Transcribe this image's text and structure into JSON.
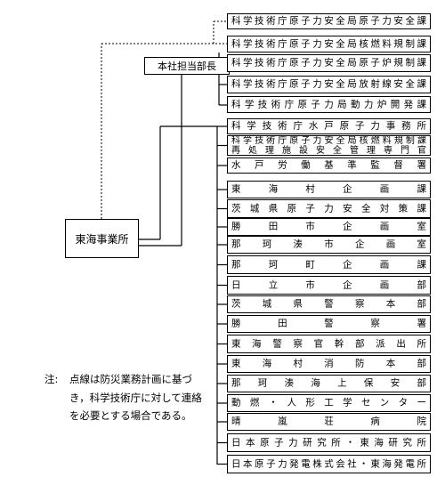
{
  "office": {
    "label": "東海事業所"
  },
  "hq": {
    "label": "本社担当部長"
  },
  "top_group": [
    "科学技術庁原子力安全局原子力安全課",
    "科学技術庁原子力安全局核燃料規制課",
    "科学技術庁原子力安全局原子炉規制課",
    "科学技術庁原子力安全局放射線安全課",
    "科学技術庁原子力局動力炉開発課"
  ],
  "main_group": [
    {
      "lines": [
        "科学技術庁水戸原子力事務所"
      ]
    },
    {
      "lines": [
        "科学技術庁原子力安全局核燃料規制課",
        "再処理施設安全管理専門官"
      ]
    },
    {
      "lines": [
        "水戸労働基準監督署"
      ]
    },
    {
      "lines": [
        "東海村企画課"
      ]
    },
    {
      "lines": [
        "茨城県原子力安全対策課"
      ]
    },
    {
      "lines": [
        "勝田市企画室"
      ]
    },
    {
      "lines": [
        "那珂湊市企画室"
      ]
    },
    {
      "lines": [
        "那珂町企画課"
      ]
    },
    {
      "lines": [
        "日立市企画部"
      ]
    },
    {
      "lines": [
        "茨城県警察本部"
      ]
    },
    {
      "lines": [
        "勝田警察署"
      ]
    },
    {
      "lines": [
        "東海警察官幹部派出所"
      ]
    },
    {
      "lines": [
        "東海村消防本部"
      ]
    },
    {
      "lines": [
        "那珂湊海上保安部"
      ]
    },
    {
      "lines": [
        "動燃・人形工学センター"
      ]
    },
    {
      "lines": [
        "晴嵐荘病院"
      ]
    },
    {
      "lines": [
        "日本原子力研究所・東海研究所"
      ]
    },
    {
      "lines": [
        "日本原子力発電株式会社・東海発電所"
      ]
    }
  ],
  "note": {
    "head": "注:",
    "body": "点線は防災業務計画に基づき，科学技術庁に対して連絡を必要とする場合である。"
  }
}
